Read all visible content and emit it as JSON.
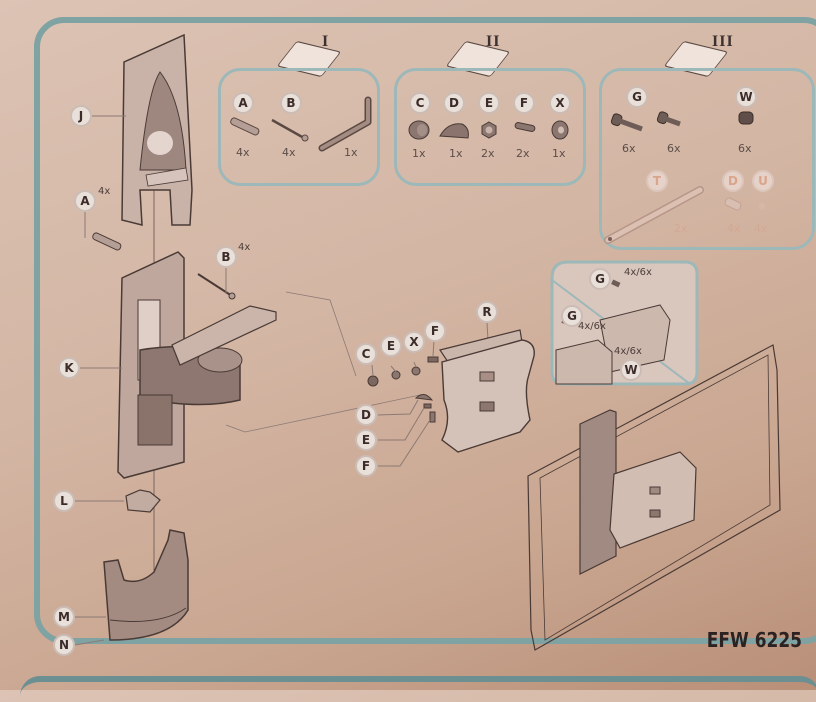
{
  "model_number": "EFW 6225",
  "kits": [
    {
      "id": "I",
      "items": [
        {
          "label": "A",
          "qty": "4x",
          "icon": "wall-plug-icon"
        },
        {
          "label": "B",
          "qty": "4x",
          "icon": "screw-icon"
        },
        {
          "label": "",
          "qty": "1x",
          "icon": "allen-key-icon"
        }
      ]
    },
    {
      "id": "II",
      "items": [
        {
          "label": "C",
          "qty": "1x",
          "icon": "cap-nut-icon"
        },
        {
          "label": "D",
          "qty": "1x",
          "icon": "cover-cap-icon"
        },
        {
          "label": "E",
          "qty": "2x",
          "icon": "nut-icon"
        },
        {
          "label": "F",
          "qty": "2x",
          "icon": "pin-icon"
        },
        {
          "label": "X",
          "qty": "1x",
          "icon": "washer-icon"
        }
      ]
    },
    {
      "id": "III",
      "items": [
        {
          "label": "G",
          "qty": "6x",
          "icon": "long-bolt-icon"
        },
        {
          "label": "",
          "qty": "6x",
          "icon": "short-bolt-icon"
        },
        {
          "label": "W",
          "qty": "6x",
          "icon": "spacer-icon"
        },
        {
          "label": "T",
          "qty": "2x",
          "icon": "strap-icon",
          "faded": true
        },
        {
          "label": "D",
          "qty": "4x",
          "icon": "dowel-icon",
          "faded": true
        },
        {
          "label": "U",
          "qty": "4x",
          "icon": "small-washer-icon",
          "faded": true
        }
      ]
    }
  ],
  "exploded_view": {
    "parts": [
      {
        "label": "J",
        "name": "wall-cover"
      },
      {
        "label": "A",
        "qty": "4x",
        "name": "wall-plug"
      },
      {
        "label": "B",
        "qty": "4x",
        "name": "screw"
      },
      {
        "label": "K",
        "name": "wall-bracket-arm"
      },
      {
        "label": "L",
        "name": "clip"
      },
      {
        "label": "M",
        "name": "bottom-cover"
      },
      {
        "label": "N",
        "name": "bottom-cover-base"
      },
      {
        "label": "R",
        "name": "vesa-plate"
      },
      {
        "label": "C",
        "name": "cap-nut"
      },
      {
        "label": "E",
        "name": "nut"
      },
      {
        "label": "X",
        "name": "washer"
      },
      {
        "label": "F",
        "name": "pin"
      },
      {
        "label": "D",
        "name": "cover-cap"
      },
      {
        "label": "E",
        "name": "nut-lower"
      },
      {
        "label": "F",
        "name": "pin-lower"
      }
    ]
  },
  "detail_inset": {
    "callouts": [
      {
        "label": "G",
        "qty": "4x/6x"
      },
      {
        "label": "G",
        "qty": "4x/6x"
      },
      {
        "label": "W",
        "qty": "4x/6x"
      }
    ]
  }
}
